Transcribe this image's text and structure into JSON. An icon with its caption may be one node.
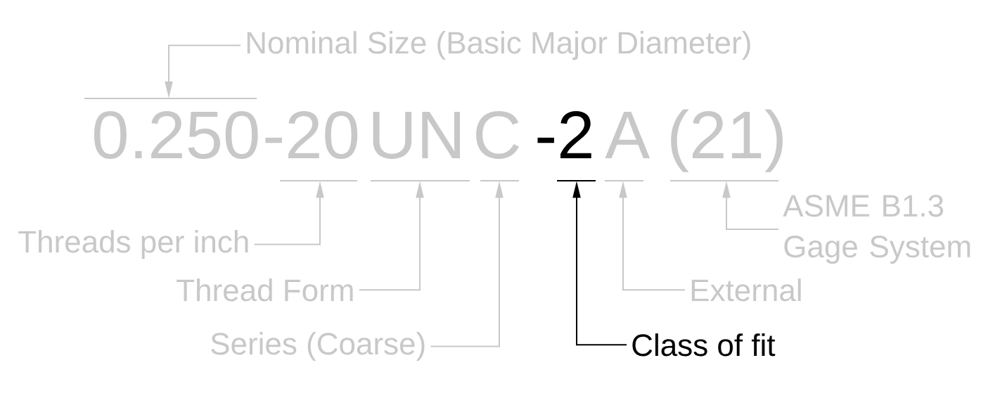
{
  "diagram": {
    "nodes": [
      {
        "text": [
          "Nominal Size (Basic Major Diameter)"
        ]
      },
      {
        "text": [
          "0.250"
        ]
      },
      {
        "text": [
          "-20"
        ]
      },
      {
        "text": [
          "UN"
        ]
      },
      {
        "text": [
          "C"
        ]
      },
      {
        "text": [
          "-2"
        ]
      },
      {
        "text": [
          "A"
        ]
      },
      {
        "text": [
          "(21)"
        ]
      },
      {
        "text": [
          "ASME B1.3 Gage System"
        ]
      },
      {
        "text": [
          "Threads per inch"
        ]
      },
      {
        "text": [
          "Thread Form"
        ]
      },
      {
        "text": [
          "External"
        ]
      },
      {
        "text": [
          "Series (Coarse)"
        ]
      },
      {
        "text": [
          "Class of fit"
        ]
      }
    ],
    "edges": [
      {
        "from": 0,
        "to": 1,
        "arrow": "to"
      },
      {
        "from": 9,
        "to": 2,
        "arrow": "to"
      },
      {
        "from": 10,
        "to": 3,
        "arrow": "to"
      },
      {
        "from": 12,
        "to": 4,
        "arrow": "to"
      },
      {
        "from": 13,
        "to": 5,
        "arrow": "to",
        "color": "#000000"
      },
      {
        "from": 11,
        "to": 6,
        "arrow": "to"
      },
      {
        "from": 8,
        "to": 7,
        "arrow": "to"
      }
    ]
  }
}
